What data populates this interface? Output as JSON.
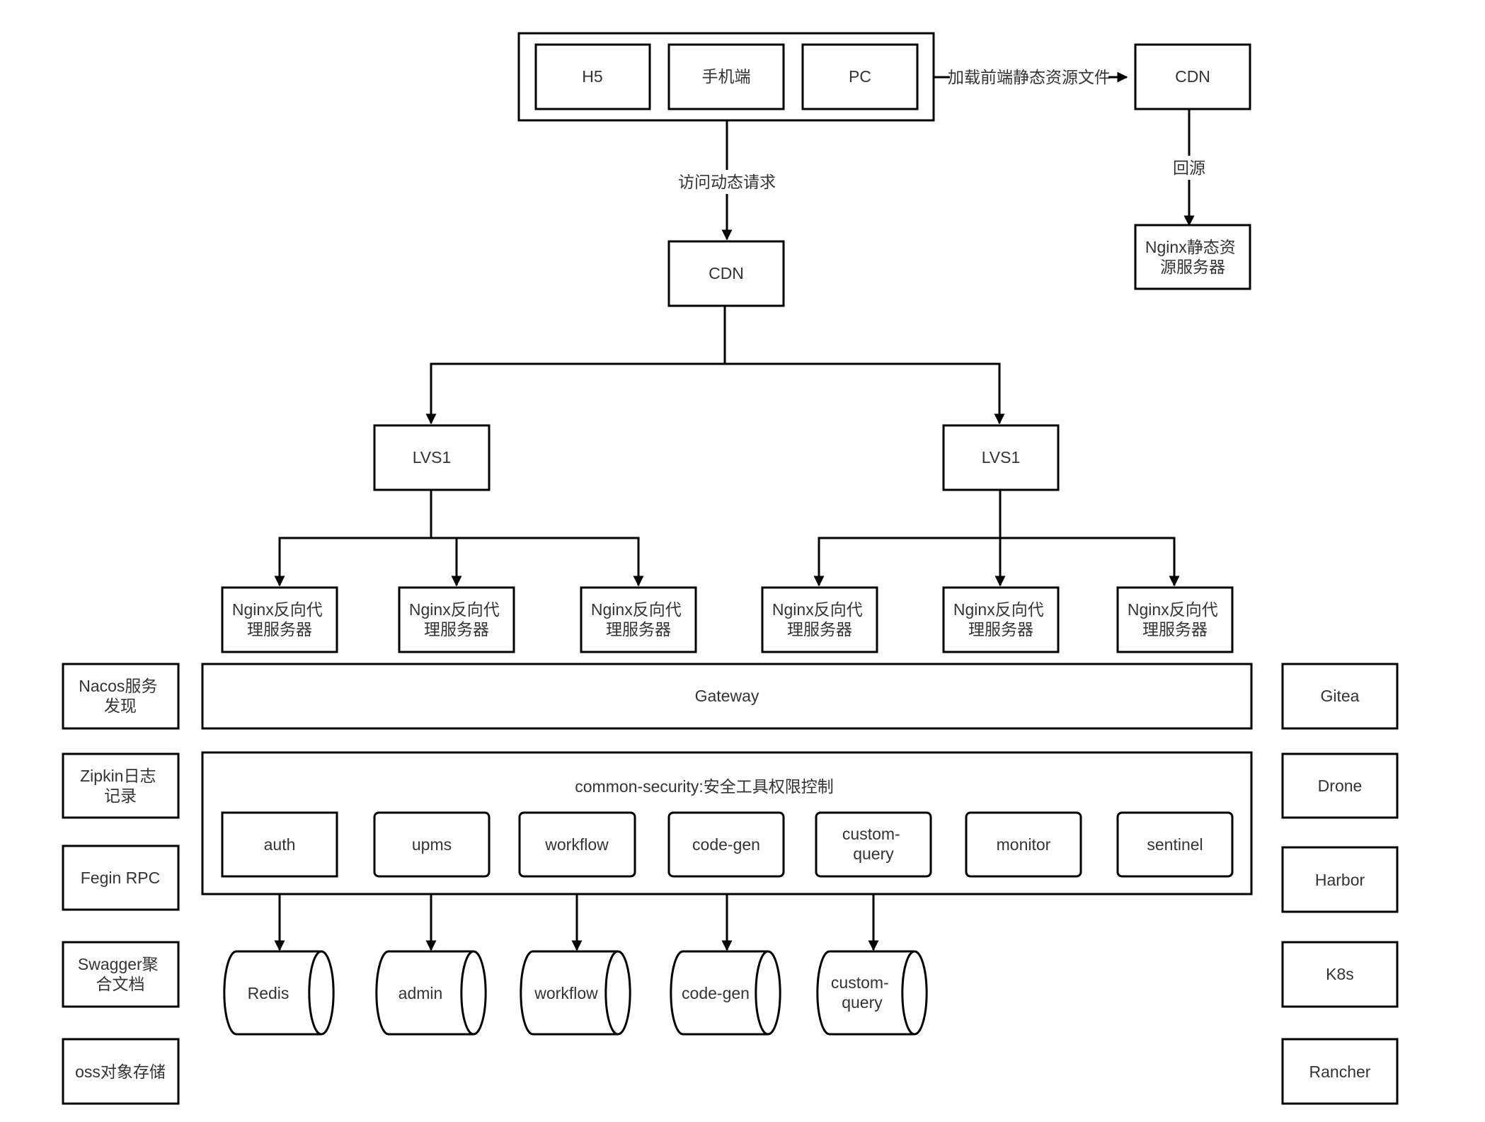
{
  "diagram": {
    "clients": {
      "h5": "H5",
      "mobile": "手机端",
      "pc": "PC"
    },
    "cdn_static": "CDN",
    "edge_load_static": "加载前端静态资源文件",
    "edge_back_to_origin": "回源",
    "nginx_static": [
      "Nginx静态资",
      "源服务器"
    ],
    "edge_dynamic_request": "访问动态请求",
    "cdn_main": "CDN",
    "lvs_left": "LVS1",
    "lvs_right": "LVS1",
    "nginx_proxy": [
      [
        "Nginx反向代",
        "理服务器"
      ],
      [
        "Nginx反向代",
        "理服务器"
      ],
      [
        "Nginx反向代",
        "理服务器"
      ],
      [
        "Nginx反向代",
        "理服务器"
      ],
      [
        "Nginx反向代",
        "理服务器"
      ],
      [
        "Nginx反向代",
        "理服务器"
      ]
    ],
    "gateway": "Gateway",
    "security_title": "common-security:安全工具权限控制",
    "services": [
      [
        "auth"
      ],
      [
        "upms"
      ],
      [
        "workflow"
      ],
      [
        "code-gen"
      ],
      [
        "custom-",
        "query"
      ],
      [
        "monitor"
      ],
      [
        "sentinel"
      ]
    ],
    "databases": [
      [
        "Redis"
      ],
      [
        "admin"
      ],
      [
        "workflow"
      ],
      [
        "code-gen"
      ],
      [
        "custom-",
        "query"
      ]
    ],
    "left_tools": [
      [
        "Nacos服务",
        "发现"
      ],
      [
        "Zipkin日志",
        "记录"
      ],
      [
        "Fegin RPC"
      ],
      [
        "Swagger聚",
        "合文档"
      ],
      [
        "oss对象存储"
      ]
    ],
    "right_tools": [
      [
        "Gitea"
      ],
      [
        "Drone"
      ],
      [
        "Harbor"
      ],
      [
        "K8s"
      ],
      [
        "Rancher"
      ]
    ]
  }
}
